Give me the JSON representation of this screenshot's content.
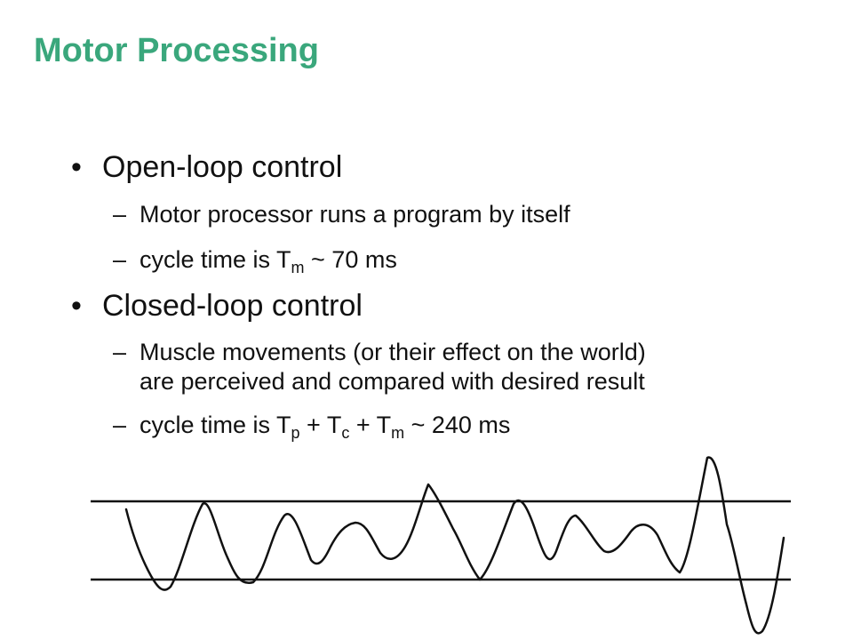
{
  "slide": {
    "title": "Motor Processing",
    "bullets": [
      {
        "text": "Open-loop control",
        "subs": [
          {
            "text": "Motor processor runs a program by itself"
          },
          {
            "pre": "cycle time is T",
            "sub1": "m",
            "post": " ~ 70 ms"
          }
        ]
      },
      {
        "text": "Closed-loop control",
        "subs": [
          {
            "line1": "Muscle movements (or their effect on the world)",
            "line2": "are perceived and compared with desired result"
          },
          {
            "pre": "cycle time is T",
            "sub1": "p",
            "mid1": " + T",
            "sub2": "c",
            "mid2": " + T",
            "sub3": "m",
            "post": " ~ 240 ms"
          }
        ]
      }
    ],
    "bullet_glyph": "•",
    "dash_glyph": "–"
  },
  "colors": {
    "title": "#3aa77c",
    "text": "#111111"
  }
}
